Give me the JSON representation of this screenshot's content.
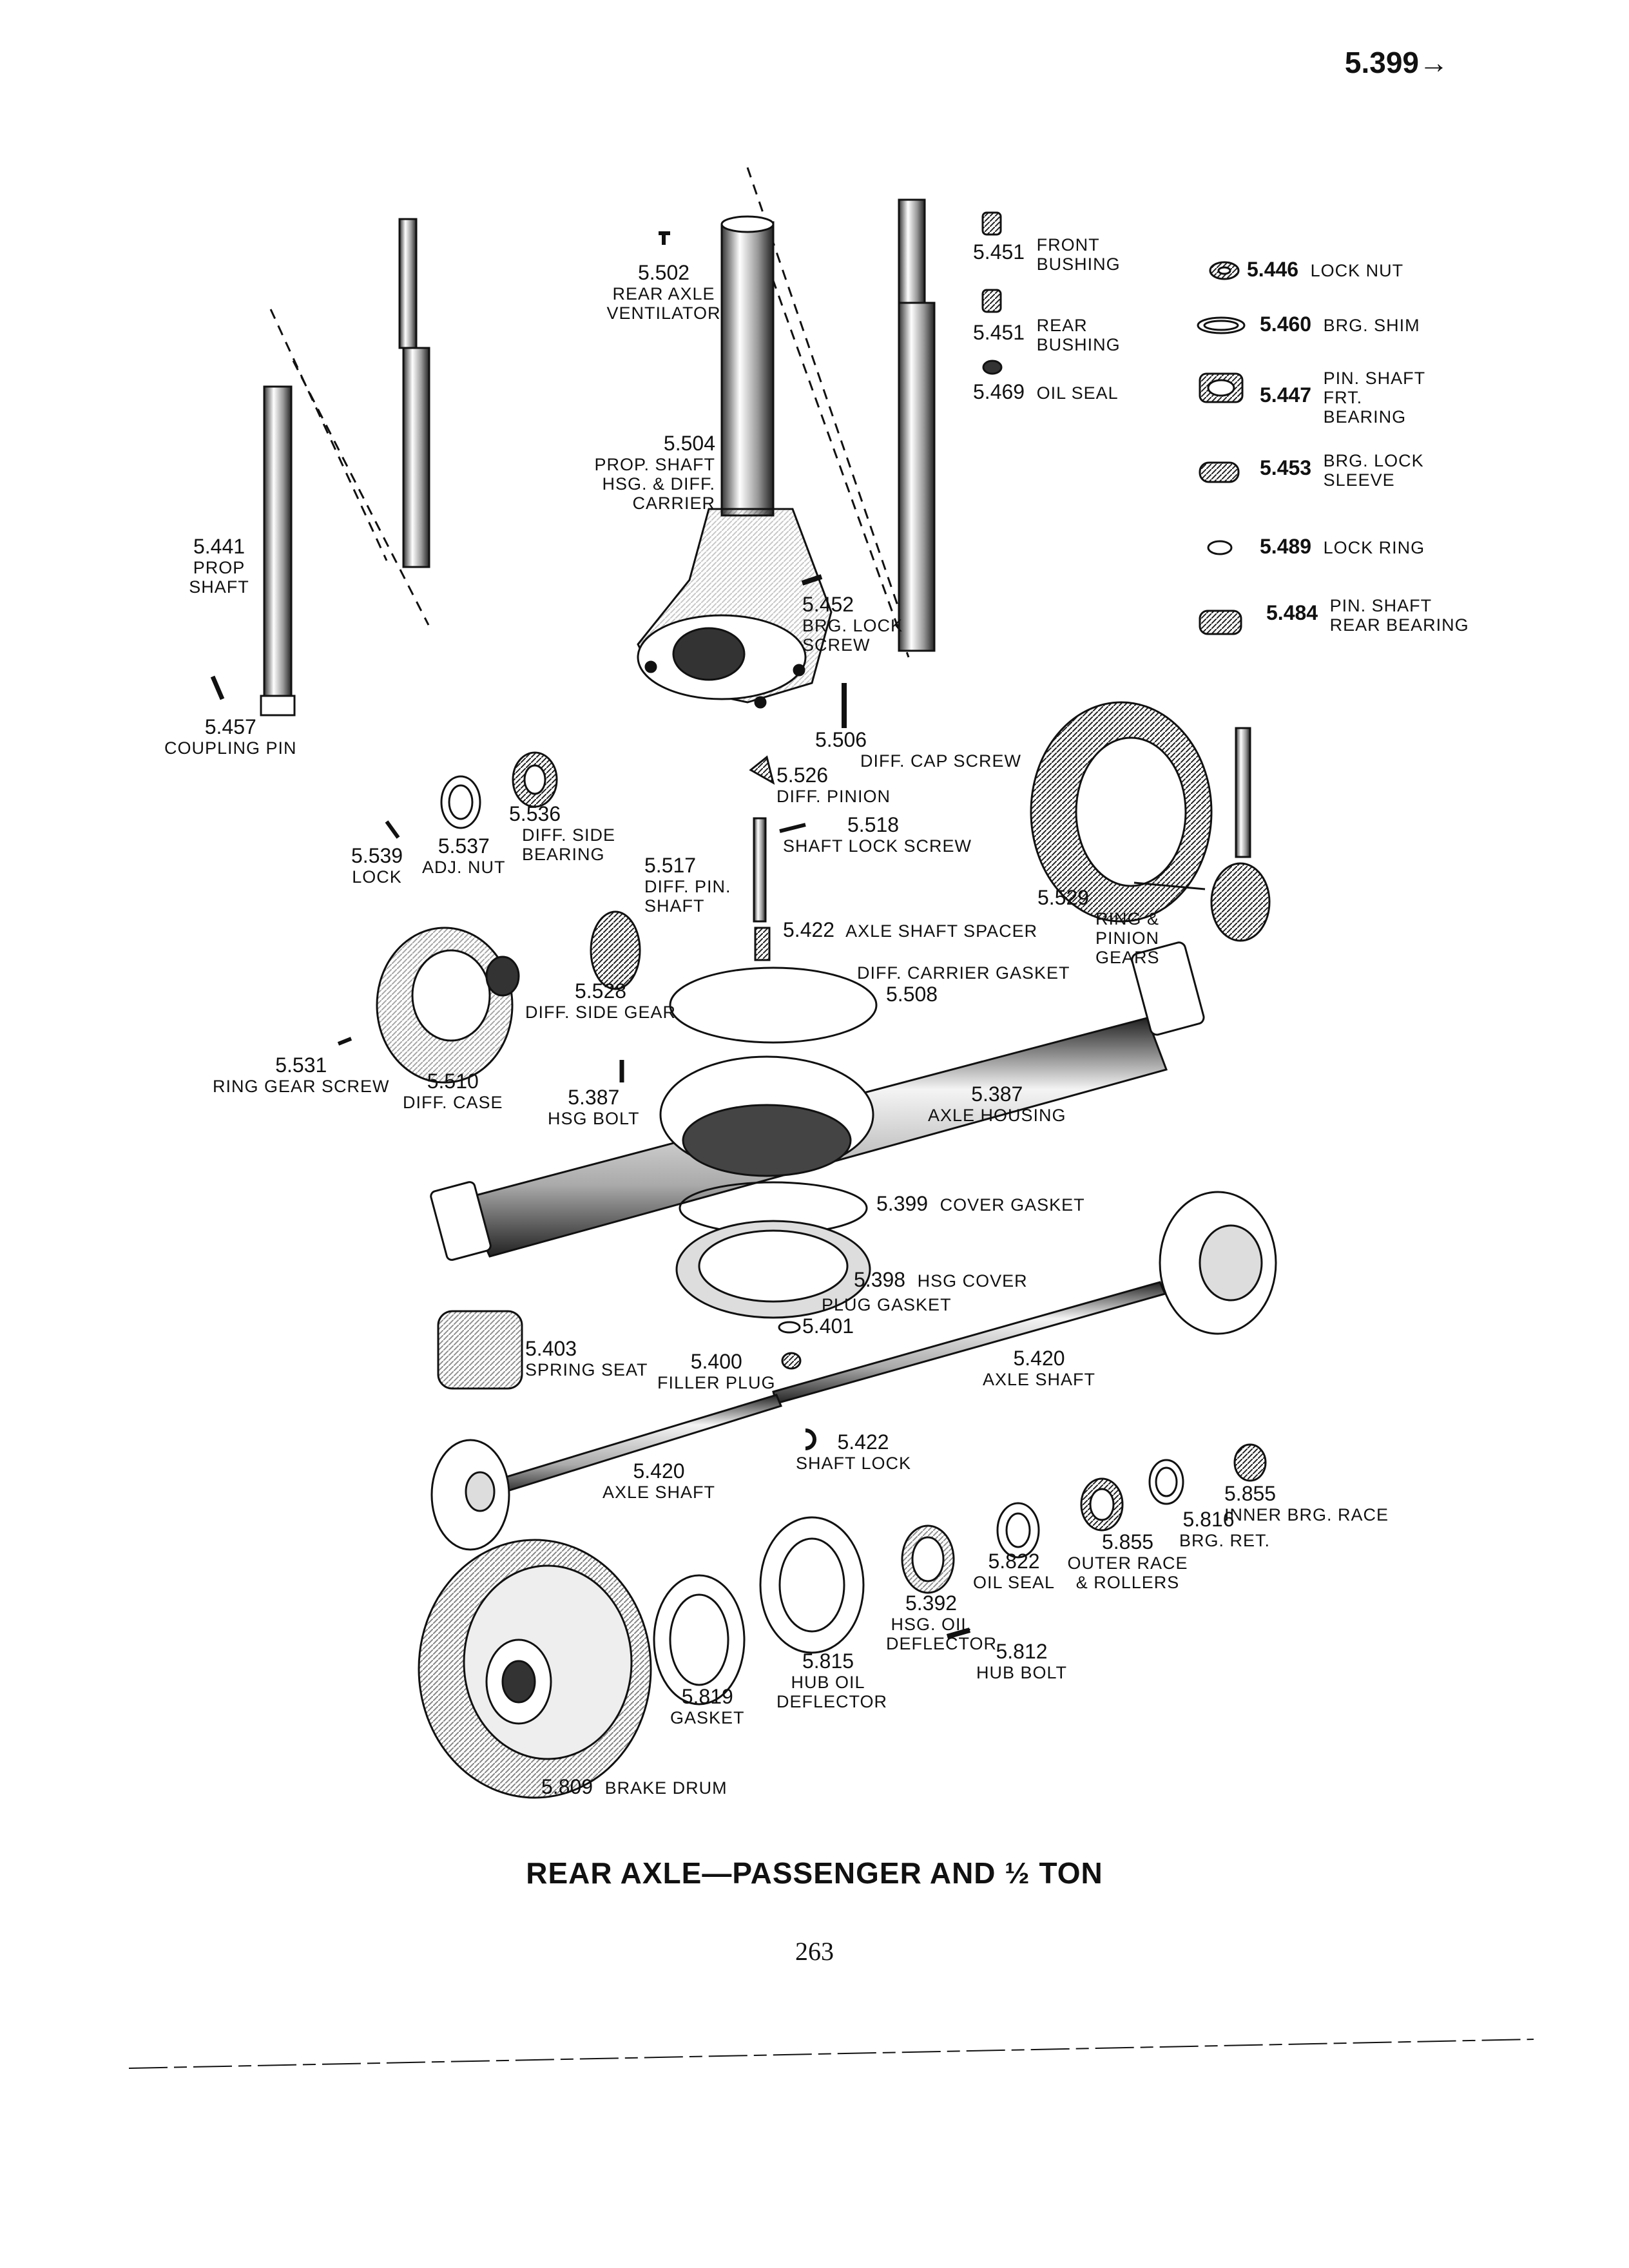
{
  "header": {
    "page_ref": "5.399→"
  },
  "caption": {
    "title": "REAR AXLE—PASSENGER AND ½ TON",
    "page_number": "263"
  },
  "parts": {
    "p5441": {
      "number": "5.441",
      "name": "PROP SHAFT"
    },
    "p5457": {
      "number": "5.457",
      "name": "COUPLING PIN"
    },
    "p5502": {
      "number": "5.502",
      "name": "REAR AXLE VENTILATOR"
    },
    "p5504": {
      "number": "5.504",
      "name": "PROP. SHAFT HSG. & DIFF. CARRIER"
    },
    "p5451a": {
      "number": "5.451",
      "name": "FRONT BUSHING"
    },
    "p5451b": {
      "number": "5.451",
      "name": "REAR BUSHING"
    },
    "p5469": {
      "number": "5.469",
      "name": "OIL SEAL"
    },
    "p5446": {
      "number": "5.446",
      "name": "LOCK NUT"
    },
    "p5460": {
      "number": "5.460",
      "name": "BRG. SHIM"
    },
    "p5447": {
      "number": "5.447",
      "name": "PIN. SHAFT FRT. BEARING"
    },
    "p5453": {
      "number": "5.453",
      "name": "BRG. LOCK SLEEVE"
    },
    "p5489": {
      "number": "5.489",
      "name": "LOCK RING"
    },
    "p5484": {
      "number": "5.484",
      "name": "PIN. SHAFT REAR BEARING"
    },
    "p5452": {
      "number": "5.452",
      "name": "BRG. LOCK SCREW"
    },
    "p5506": {
      "number": "5.506",
      "name": "DIFF. CAP SCREW"
    },
    "p5526": {
      "number": "5.526",
      "name": "DIFF. PINION"
    },
    "p5518": {
      "number": "5.518",
      "name": "SHAFT LOCK SCREW"
    },
    "p5517": {
      "number": "5.517",
      "name": "DIFF. PIN. SHAFT"
    },
    "p5422a": {
      "number": "5.422",
      "name": "AXLE SHAFT SPACER"
    },
    "p5536": {
      "number": "5.536",
      "name": "DIFF. SIDE BEARING"
    },
    "p5537": {
      "number": "5.537",
      "name": "ADJ. NUT"
    },
    "p5539": {
      "number": "5.539",
      "name": "LOCK"
    },
    "p5529": {
      "number": "5.529",
      "name": "RING & PINION GEARS"
    },
    "p5528": {
      "number": "5.528",
      "name": "DIFF. SIDE GEAR"
    },
    "p5508": {
      "number": "5.508",
      "name": "DIFF. CARRIER GASKET"
    },
    "p5531": {
      "number": "5.531",
      "name": "RING GEAR SCREW"
    },
    "p5510": {
      "number": "5.510",
      "name": "DIFF. CASE"
    },
    "p5387a": {
      "number": "5.387",
      "name": "HSG BOLT"
    },
    "p5387b": {
      "number": "5.387",
      "name": "AXLE HOUSING"
    },
    "p5399": {
      "number": "5.399",
      "name": "COVER GASKET"
    },
    "p5398": {
      "number": "5.398",
      "name": "HSG COVER"
    },
    "p5401": {
      "number": "5.401",
      "name": "PLUG GASKET"
    },
    "p5403": {
      "number": "5.403",
      "name": "SPRING SEAT"
    },
    "p5400": {
      "number": "5.400",
      "name": "FILLER PLUG"
    },
    "p5420a": {
      "number": "5.420",
      "name": "AXLE SHAFT"
    },
    "p5420b": {
      "number": "5.420",
      "name": "AXLE SHAFT"
    },
    "p5422b": {
      "number": "5.422",
      "name": "SHAFT LOCK"
    },
    "p5855a": {
      "number": "5.855",
      "name": "INNER BRG. RACE"
    },
    "p5816": {
      "number": "5.816",
      "name": "BRG. RET."
    },
    "p5855b": {
      "number": "5.855",
      "name": "OUTER RACE & ROLLERS"
    },
    "p5822": {
      "number": "5.822",
      "name": "OIL SEAL"
    },
    "p5392": {
      "number": "5.392",
      "name": "HSG. OIL DEFLECTOR"
    },
    "p5812": {
      "number": "5.812",
      "name": "HUB BOLT"
    },
    "p5815": {
      "number": "5.815",
      "name": "HUB OIL DEFLECTOR"
    },
    "p5819": {
      "number": "5.819",
      "name": "GASKET"
    },
    "p5809": {
      "number": "5.809",
      "name": "BRAKE DRUM"
    }
  }
}
